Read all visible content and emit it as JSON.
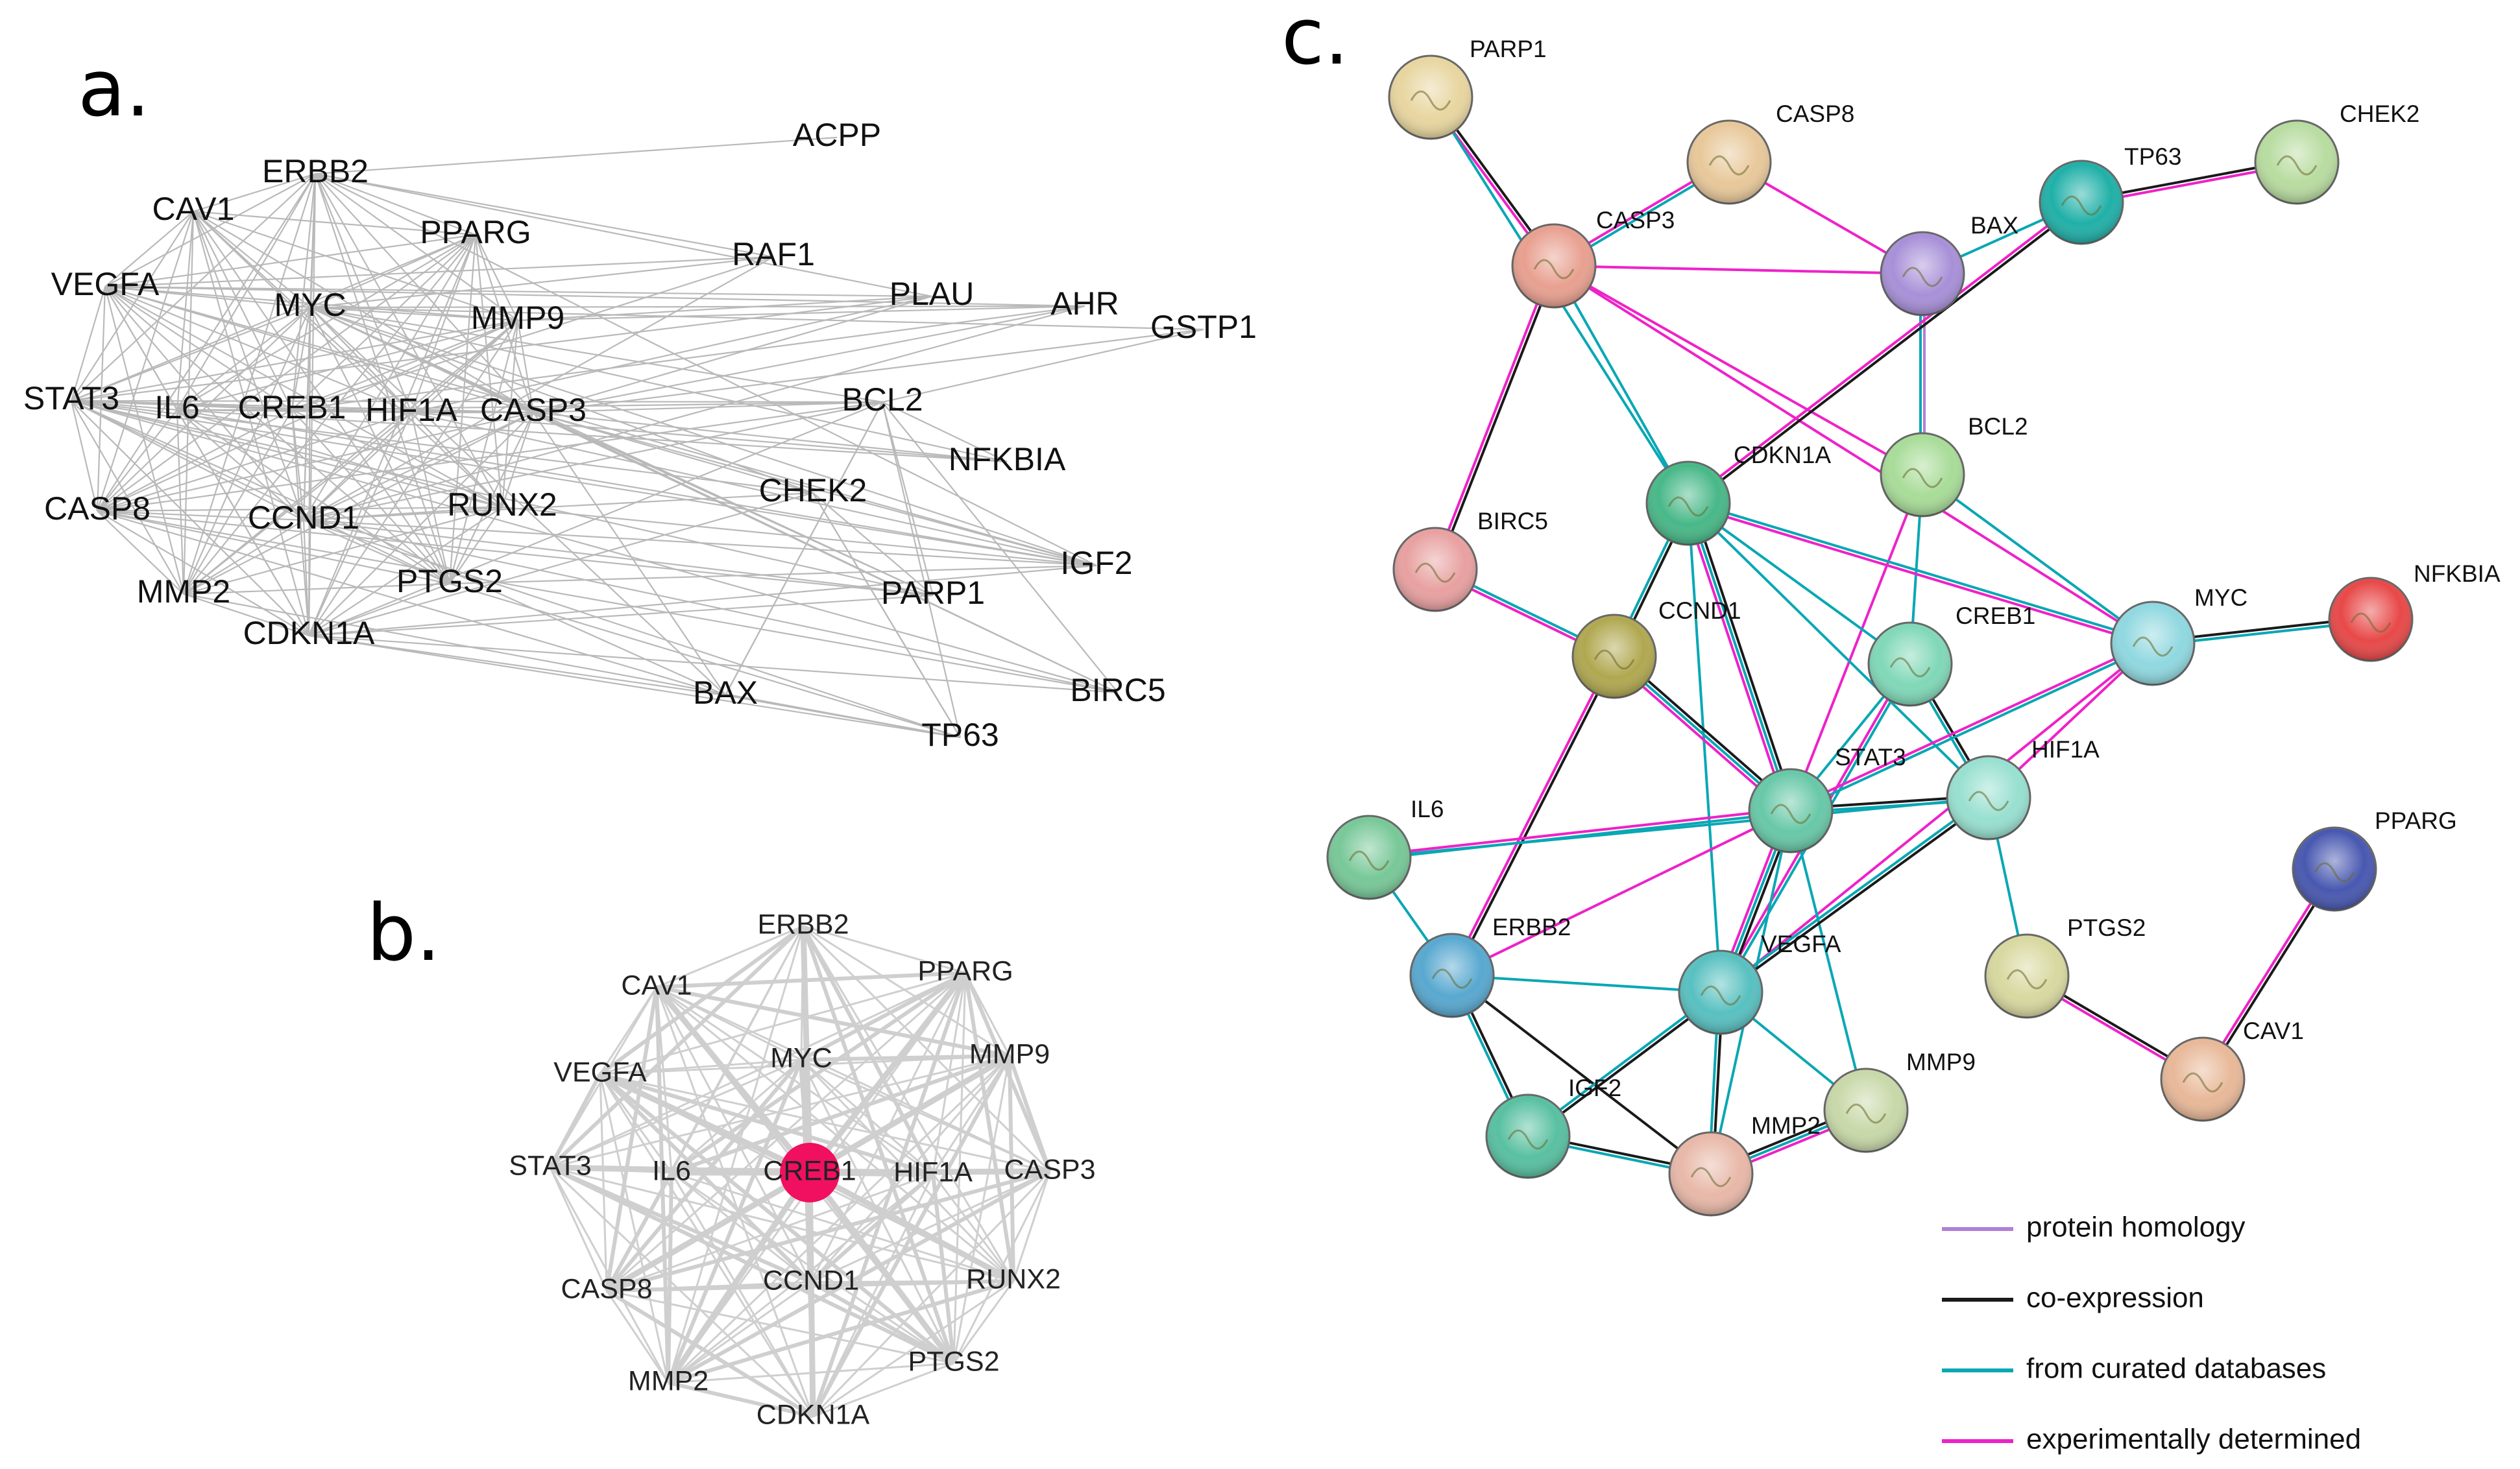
{
  "panels": {
    "a": {
      "letter": "a."
    },
    "b": {
      "letter": "b."
    },
    "c": {
      "letter": "c."
    }
  },
  "network_a": {
    "nodes": [
      "ACPP",
      "ERBB2",
      "CAV1",
      "PPARG",
      "RAF1",
      "VEGFA",
      "MYC",
      "PLAU",
      "AHR",
      "GSTP1",
      "MMP9",
      "STAT3",
      "IL6",
      "CREB1",
      "HIF1A",
      "CASP3",
      "BCL2",
      "NFKBIA",
      "CASP8",
      "CCND1",
      "RUNX2",
      "CHEK2",
      "IGF2",
      "MMP2",
      "PTGS2",
      "PARP1",
      "CDKN1A",
      "BAX",
      "BIRC5",
      "TP63"
    ]
  },
  "network_b": {
    "hub": "CREB1",
    "hub_color": "#f0105f",
    "nodes": [
      "ERBB2",
      "CAV1",
      "PPARG",
      "VEGFA",
      "MYC",
      "MMP9",
      "STAT3",
      "IL6",
      "CREB1",
      "HIF1A",
      "CASP3",
      "CASP8",
      "CCND1",
      "RUNX2",
      "MMP2",
      "PTGS2",
      "CDKN1A"
    ]
  },
  "network_c": {
    "nodes": [
      {
        "name": "PARP1",
        "color": "#e8d6a0"
      },
      {
        "name": "CASP8",
        "color": "#e8c89a"
      },
      {
        "name": "CASP3",
        "color": "#e8a090"
      },
      {
        "name": "BAX",
        "color": "#a890d8"
      },
      {
        "name": "TP63",
        "color": "#20b0a8"
      },
      {
        "name": "CHEK2",
        "color": "#b8dca0"
      },
      {
        "name": "BCL2",
        "color": "#a8dc98"
      },
      {
        "name": "CDKN1A",
        "color": "#48b888"
      },
      {
        "name": "BIRC5",
        "color": "#e8a0a0"
      },
      {
        "name": "CCND1",
        "color": "#b0a850"
      },
      {
        "name": "CREB1",
        "color": "#80d8b8"
      },
      {
        "name": "MYC",
        "color": "#90d8e0"
      },
      {
        "name": "NFKBIA",
        "color": "#e84848"
      },
      {
        "name": "STAT3",
        "color": "#68c8a8"
      },
      {
        "name": "HIF1A",
        "color": "#98e0d0"
      },
      {
        "name": "IL6",
        "color": "#78c898"
      },
      {
        "name": "PPARG",
        "color": "#4858b0"
      },
      {
        "name": "ERBB2",
        "color": "#58a8d0"
      },
      {
        "name": "VEGFA",
        "color": "#58c0c0"
      },
      {
        "name": "PTGS2",
        "color": "#d8d8a0"
      },
      {
        "name": "CAV1",
        "color": "#e8b898"
      },
      {
        "name": "MMP9",
        "color": "#c8d8a8"
      },
      {
        "name": "IGF2",
        "color": "#58c0a0"
      },
      {
        "name": "MMP2",
        "color": "#e8b8a8"
      }
    ]
  },
  "legend": [
    {
      "label": "protein homology",
      "color": "#b07fd6"
    },
    {
      "label": "co-expression",
      "color": "#1a1a1a"
    },
    {
      "label": "from curated databases",
      "color": "#0aa7b4"
    },
    {
      "label": "experimentally determined",
      "color": "#ee22c8"
    }
  ]
}
